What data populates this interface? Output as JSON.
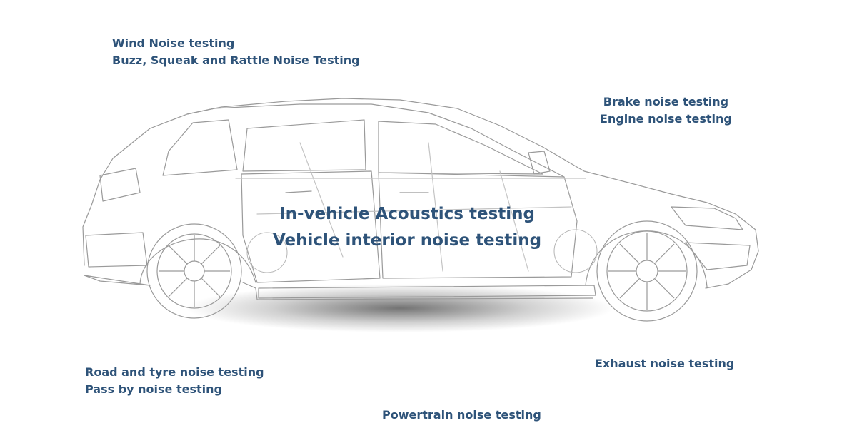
{
  "labels": {
    "wind": "Wind Noise testing",
    "bsr": "Buzz, Squeak and Rattle Noise Testing",
    "brake": "Brake noise testing",
    "engine": "Engine noise testing",
    "center_1": "In-vehicle Acoustics testing",
    "center_2": "Vehicle interior noise testing",
    "road": "Road and tyre noise testing",
    "pass_by": "Pass by noise testing",
    "exhaust": "Exhaust noise testing",
    "powertrain": "Powertrain noise testing"
  },
  "colors": {
    "text": "#2e5379",
    "line": "#9a9a9a",
    "shadow": "#000000"
  }
}
